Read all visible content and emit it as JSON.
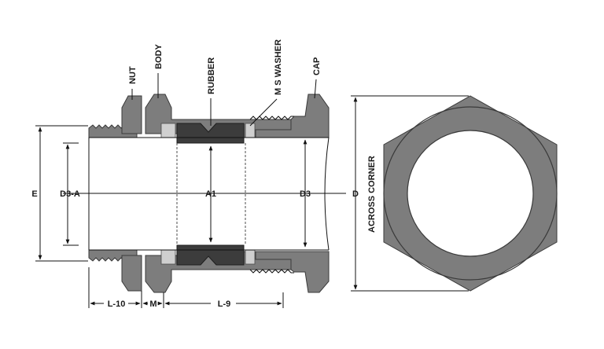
{
  "labels": {
    "nut": "NUT",
    "body": "BODY",
    "rubber": "RUBBER",
    "ms_washer": "M S WASHER",
    "cap": "CAP",
    "e": "E",
    "d3a": "D3-A",
    "a1": "A1",
    "d3": "D3",
    "d": "D",
    "across_corner": "ACROSS CORNER",
    "l10": "L-10",
    "m": "M",
    "l9": "L-9"
  },
  "colors": {
    "metal": "#7d7d7d",
    "rubber": "#3c3c3c",
    "outline": "#3a3a3a"
  }
}
